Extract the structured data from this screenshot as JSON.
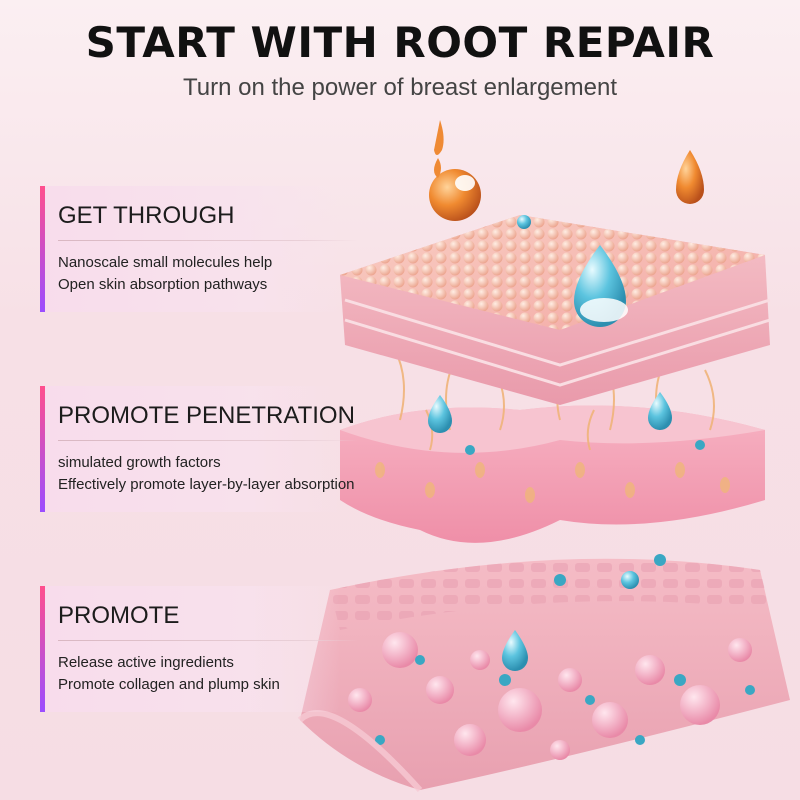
{
  "header": {
    "title": "START WITH ROOT REPAIR",
    "subtitle": "Turn on the power of breast enlargement"
  },
  "features": [
    {
      "title": "GET THROUGH",
      "lines": [
        "Nanoscale small molecules help",
        "Open skin absorption pathways"
      ]
    },
    {
      "title": "PROMOTE PENETRATION",
      "lines": [
        "simulated growth factors",
        "Effectively promote layer-by-layer absorption"
      ]
    },
    {
      "title": "PROMOTE",
      "lines": [
        "Release active ingredients",
        "Promote collagen and plump skin"
      ]
    }
  ],
  "colors": {
    "background": "#f7e0e6",
    "accent_top": "#ff4f8d",
    "accent_bottom": "#9b4dff",
    "droplet_orange": "#e8742a",
    "droplet_blue": "#46b7d6",
    "layer_pink": "#f3a9bd"
  },
  "icons": [
    "orange-droplet-icon",
    "blue-droplet-icon",
    "skin-layers-illustration"
  ]
}
